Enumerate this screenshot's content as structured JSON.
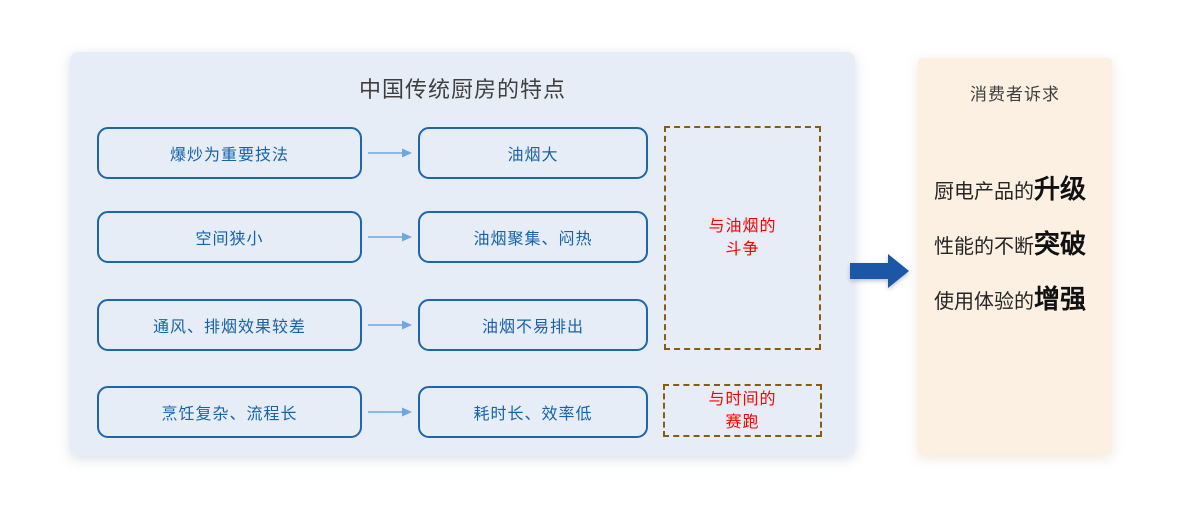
{
  "left_panel": {
    "title": "中国传统厨房的特点",
    "rows": [
      {
        "cause": "爆炒为重要技法",
        "effect": "油烟大"
      },
      {
        "cause": "空间狭小",
        "effect": "油烟聚集、闷热"
      },
      {
        "cause": "通风、排烟效果较差",
        "effect": "油烟不易排出"
      },
      {
        "cause": "烹饪复杂、流程长",
        "effect": "耗时长、效率低"
      }
    ],
    "groups": [
      {
        "line1": "与油烟的",
        "line2": "斗争"
      },
      {
        "line1": "与时间的",
        "line2": "赛跑"
      }
    ]
  },
  "right_panel": {
    "title": "消费者诉求",
    "demands": [
      {
        "text": "厨电产品的",
        "emphasis": "升级"
      },
      {
        "text": "性能的不断",
        "emphasis": "突破"
      },
      {
        "text": "使用体验的",
        "emphasis": "增强"
      }
    ]
  },
  "colors": {
    "left_panel_bg": "#E7EDF6",
    "box_border": "#1F64AD",
    "box_text": "#1762AC",
    "connector_arrow": "#6EA6E0",
    "dashed_border": "#855D12",
    "group_label_text": "#FF0000",
    "big_arrow": "#1B57A6",
    "right_panel_bg": "#FCF0E2",
    "title_text": "#3F3F3F",
    "demand_text": "#262626"
  }
}
